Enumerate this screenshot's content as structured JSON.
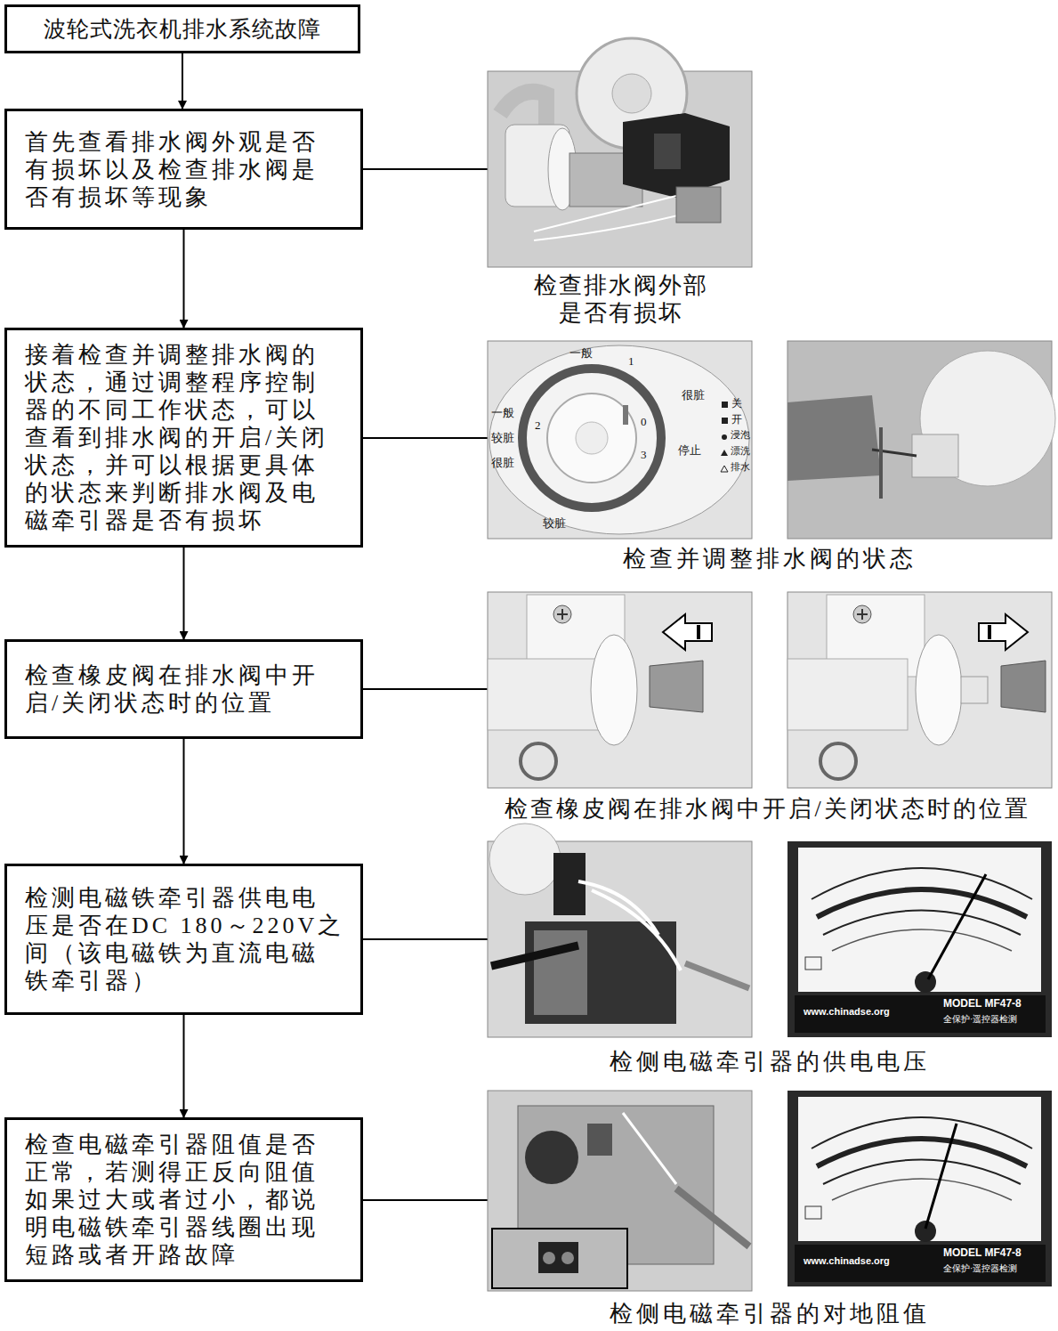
{
  "diagram": {
    "nodes": [
      {
        "text": [
          "波轮式洗衣机排水系统故障"
        ]
      },
      {
        "text": [
          "首先查看排水阀外观是否 有损坏以及检查排水阀是 否有损坏等现象"
        ]
      },
      {
        "text": [
          "接着检查并调整排水阀的 状态，通过调整程序控制 器的不同工作状态，可以 查看到排水阀的开启/关闭 状态，并可以根据更具体 的状态来判断排水阀及电 磁牵引器是否有损坏"
        ]
      },
      {
        "text": [
          "检查橡皮阀在排水阀中开 启/关闭状态时的位置"
        ]
      },
      {
        "text": [
          "检测电磁铁牵引器供电电 压是否在DC 180～220V之 间（该电磁铁为直流电磁 铁牵引器）"
        ]
      },
      {
        "text": [
          "检查电磁牵引器阻值是否 正常，若测得正反向阻值 如果过大或者过小，都说 明电磁铁牵引器线圈出现 短路或者开路故障"
        ]
      }
    ],
    "edges": [
      {
        "from": 0,
        "to": 1,
        "arrow": "to"
      },
      {
        "from": 1,
        "to": 2,
        "arrow": "to"
      },
      {
        "from": 2,
        "to": 3,
        "arrow": "to"
      },
      {
        "from": 3,
        "to": 4,
        "arrow": "to"
      },
      {
        "from": 4,
        "to": 5,
        "arrow": "to"
      }
    ],
    "labels": [
      "检查排水阀外部 是否有损坏",
      "一般",
      "一般",
      "较脏",
      "很脏",
      "较脏",
      "很脏",
      "停止",
      "1",
      "2",
      "0",
      "3",
      "关",
      "开",
      "浸泡",
      "漂洗",
      "排水",
      "检查并调整排水阀的状态",
      "检查橡皮阀在排水阀中开启/关闭状态时的位置",
      "MODEL MF47-8",
      "www.chinadse.org",
      "全保护·遥控器检测",
      "检侧电磁牵引器的供电电压",
      "MODEL MF47-8",
      "www.chinadse.org",
      "全保护·遥控器检测",
      "检侧电磁牵引器的对地阻值"
    ]
  }
}
